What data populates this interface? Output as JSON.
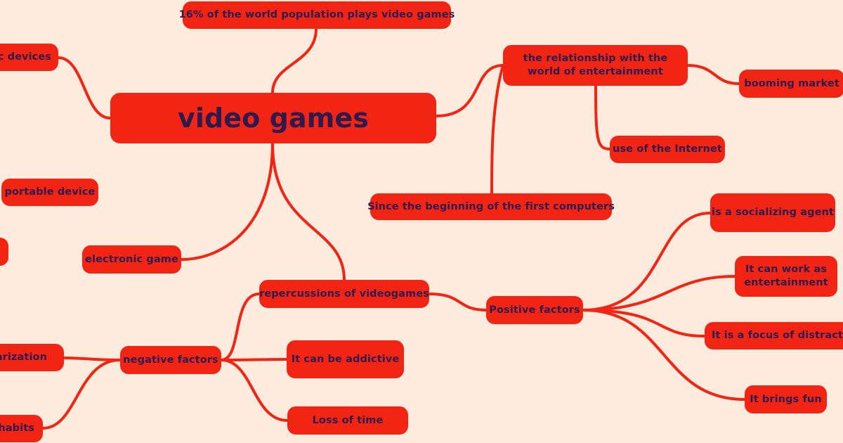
{
  "central": "video games",
  "nodes": {
    "population": "16% of the world population plays video games",
    "devices": "ic devices",
    "relationship": "the relationship with the world of entertainment",
    "booming": "booming market",
    "internet": "use of the Internet",
    "since": "Since the beginning of the first computers",
    "portable": "portable device",
    "electronic": "electronic game",
    "repercussions": "repercussions of videogames",
    "positive": "Positive factors",
    "socializing": "is a socializing agent",
    "entertainment": "It can work as entertainment",
    "distraction": "It is a focus of distraction",
    "fun": "It brings fun",
    "negative": "negative factors",
    "addictive": "It can be addictive",
    "loss": "Loss of time",
    "arization": "arization",
    "habits": "habits"
  },
  "colors": {
    "background": "#fdebdd",
    "node": "#f22414",
    "edge": "#f22414",
    "text": "#2e1b4e"
  }
}
